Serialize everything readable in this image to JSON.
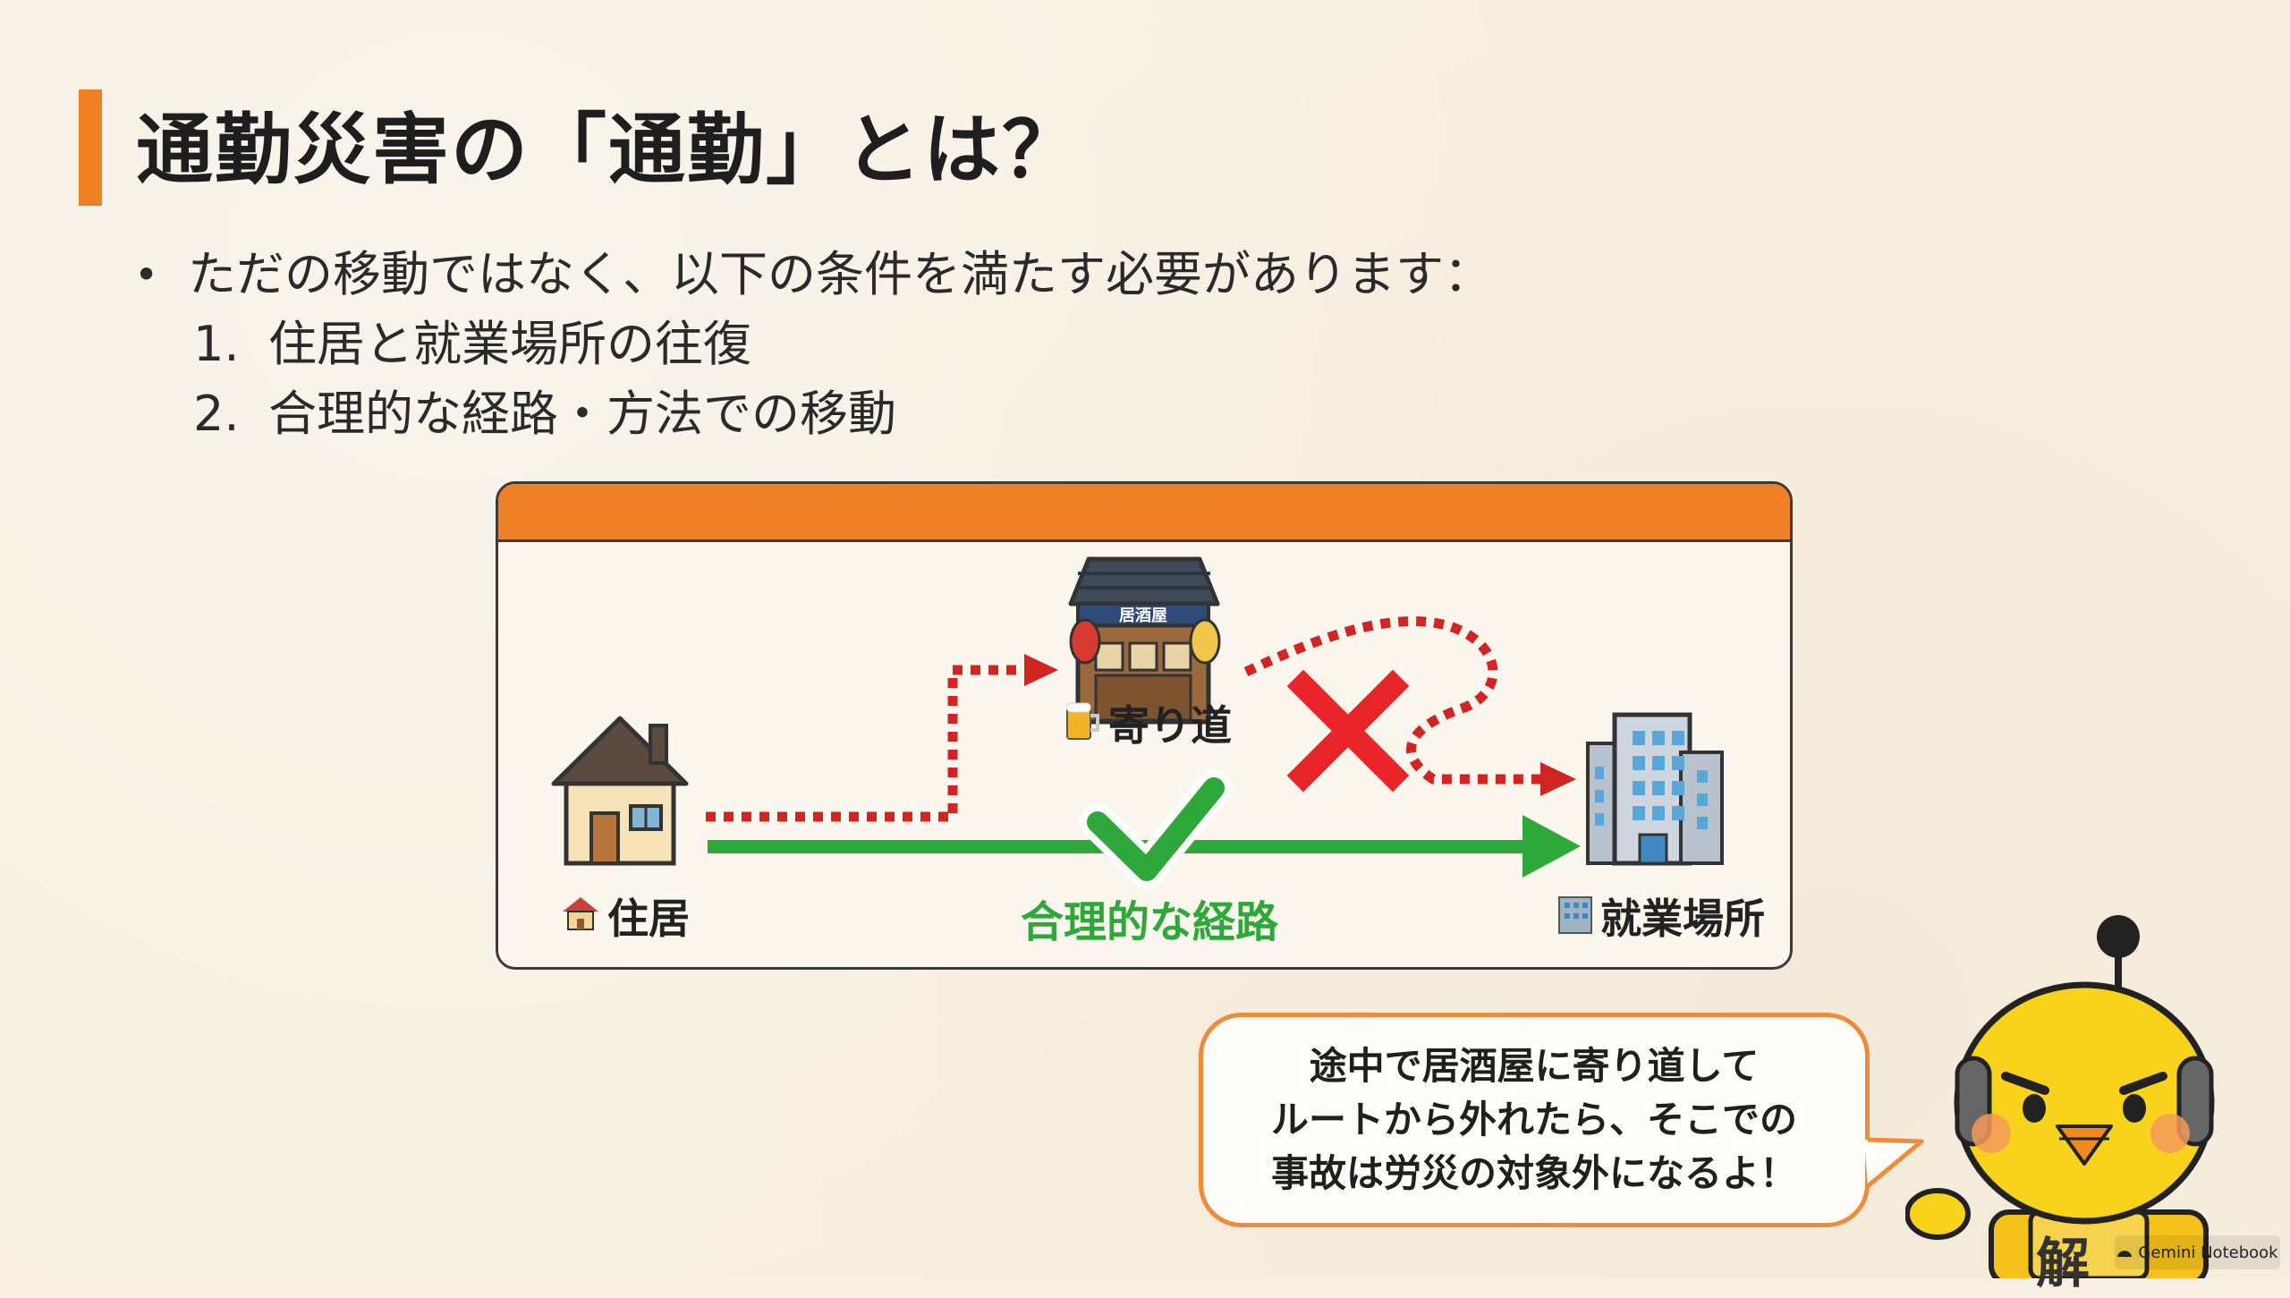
{
  "title": "通勤災害の「通勤」とは？",
  "bullets": {
    "main": "ただの移動ではなく、以下の条件を満たす必要があります：",
    "items": [
      {
        "num": "1.",
        "text": "住居と就業場所の往復"
      },
      {
        "num": "2.",
        "text": "合理的な経路・方法での移動"
      }
    ]
  },
  "diagram": {
    "home_label": "住居",
    "detour_label": "寄り道",
    "work_label": "就業場所",
    "route_label": "合理的な経路",
    "izakaya_sign": "居酒屋",
    "colors": {
      "header": "#ee7f24",
      "valid_route": "#2ea83a",
      "detour_route": "#d32424",
      "cross": "#e8262a"
    }
  },
  "bubble": {
    "lines": [
      "途中で居酒屋に寄り道して",
      "ルートから外れたら、そこでの",
      "事故は労災の対象外になるよ！"
    ]
  },
  "mascot": {
    "badge_kanji": "解"
  },
  "watermark": {
    "text": "Gemini Notebook"
  }
}
